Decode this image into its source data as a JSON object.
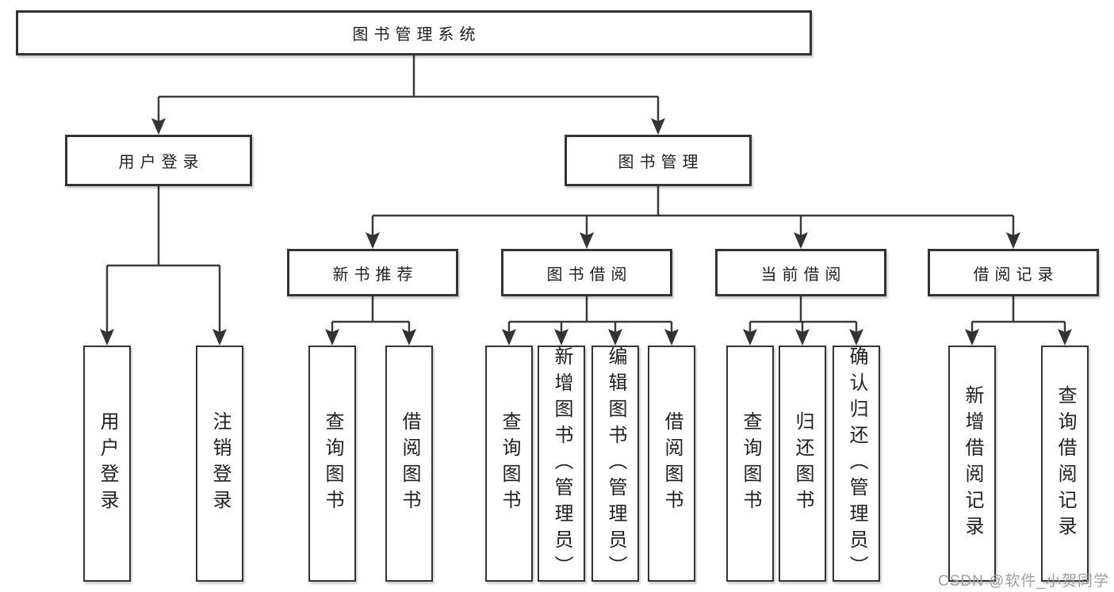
{
  "diagram_type": "hierarchy-functional-structure",
  "style": {
    "line_color": "#3a3a3a",
    "box_border_color": "#333333",
    "box_background": "#ffffff",
    "text_color": "#1f1f1f",
    "watermark_color": "#9e9e9e"
  },
  "tree": {
    "label": "图书管理系统",
    "children": [
      {
        "label": "用户登录",
        "children": [
          {
            "label": "用户登录"
          },
          {
            "label": "注销登录"
          }
        ]
      },
      {
        "label": "图书管理",
        "children": [
          {
            "label": "新书推荐",
            "children": [
              {
                "label": "查询图书"
              },
              {
                "label": "借阅图书"
              }
            ]
          },
          {
            "label": "图书借阅",
            "children": [
              {
                "label": "查询图书"
              },
              {
                "label": "新增图书（管理员）"
              },
              {
                "label": "编辑图书（管理员）"
              },
              {
                "label": "借阅图书"
              }
            ]
          },
          {
            "label": "当前借阅",
            "children": [
              {
                "label": "查询图书"
              },
              {
                "label": "归还图书"
              },
              {
                "label": "确认归还（管理员）"
              }
            ]
          },
          {
            "label": "借阅记录",
            "children": [
              {
                "label": "新增借阅记录"
              },
              {
                "label": "查询借阅记录"
              }
            ]
          }
        ]
      }
    ]
  },
  "watermark": "CSDN @软件_小贺同学"
}
